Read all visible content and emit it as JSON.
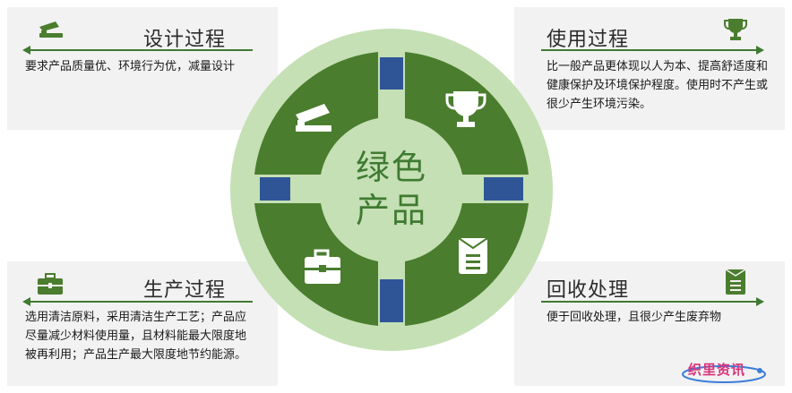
{
  "center": {
    "line1": "绿色",
    "line2": "产品"
  },
  "panels": {
    "design": {
      "title": "设计过程",
      "text": "要求产品质量优、环境行为优，减量设计",
      "icon": "stapler-icon"
    },
    "use": {
      "title": "使用过程",
      "text": "比一般产品更体现以人为本、提高舒适度和健康保护及环境保护程度。使用时不产生或很少产生环境污染。",
      "icon": "trophy-icon"
    },
    "production": {
      "title": "生产过程",
      "text": "选用清洁原料，采用清洁生产工艺；产品应尽量减少材料使用量，且材料能最大限度地被再利用；产品生产最大限度地节约能源。",
      "icon": "briefcase-icon"
    },
    "recycle": {
      "title": "回收处理",
      "text": "便于回收处理，且很少产生废弃物",
      "icon": "bin-icon"
    }
  },
  "watermark": {
    "text": "织里资讯"
  },
  "colors": {
    "dark_green": "#4a7d2e",
    "light_green": "#c5e0b4",
    "mid_green": "#a9d18e",
    "blue": "#2f5597",
    "panel_bg": "#f2f2f2",
    "arrow": "#3f7a32"
  }
}
